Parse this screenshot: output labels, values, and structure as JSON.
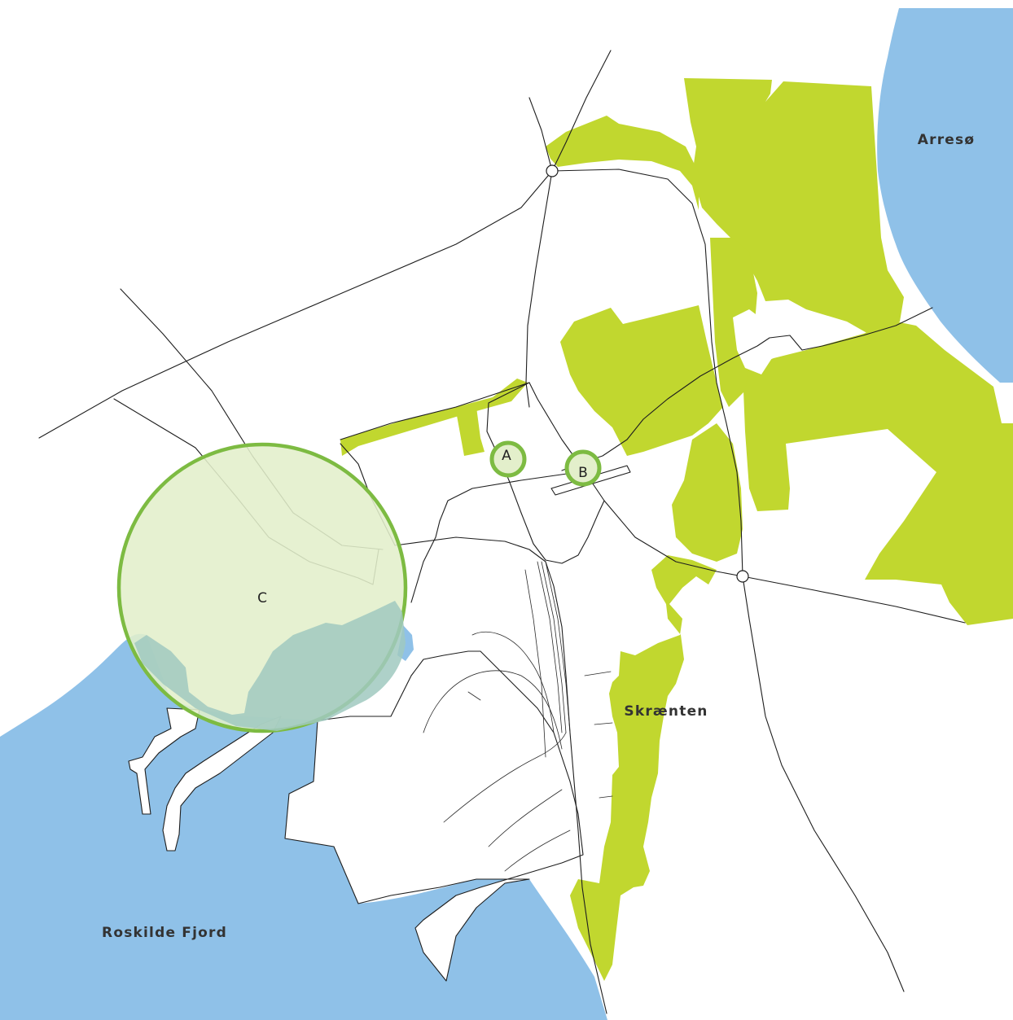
{
  "places": {
    "arreso": "Arresø",
    "roskilde_fjord": "Roskilde Fjord",
    "skraenten": "Skrænten"
  },
  "markers": [
    {
      "id": "a",
      "label": "A"
    },
    {
      "id": "b",
      "label": "B"
    },
    {
      "id": "c",
      "label": "C"
    }
  ],
  "colors": {
    "water": "#8fc1e8",
    "green_area": "#c1d72f",
    "marker_ring": "#7dbb42",
    "marker_fill": "#e3efcb"
  }
}
